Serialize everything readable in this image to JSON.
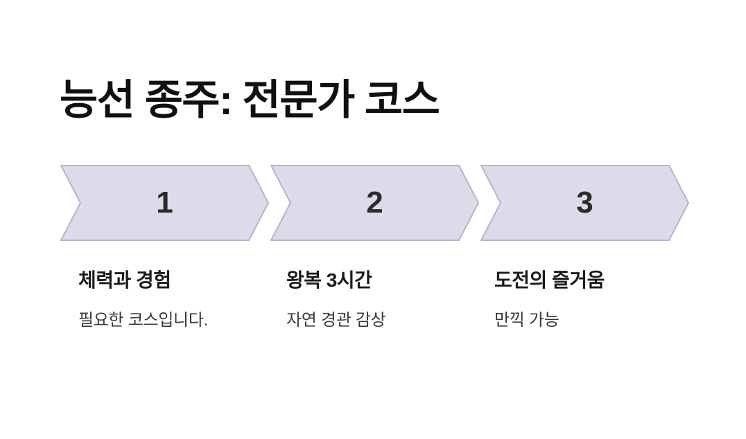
{
  "slide": {
    "title": "능선 종주: 전문가 코스"
  },
  "process": {
    "shape_fill": "#dbdbea",
    "shape_border": "#b4b4cd",
    "number_color": "#2b2b2b",
    "steps": [
      {
        "number": "1",
        "heading": "체력과 경험",
        "description": "필요한 코스입니다."
      },
      {
        "number": "2",
        "heading": "왕복 3시간",
        "description": "자연 경관 감상"
      },
      {
        "number": "3",
        "heading": "도전의 즐거움",
        "description": "만끽 가능"
      }
    ]
  }
}
